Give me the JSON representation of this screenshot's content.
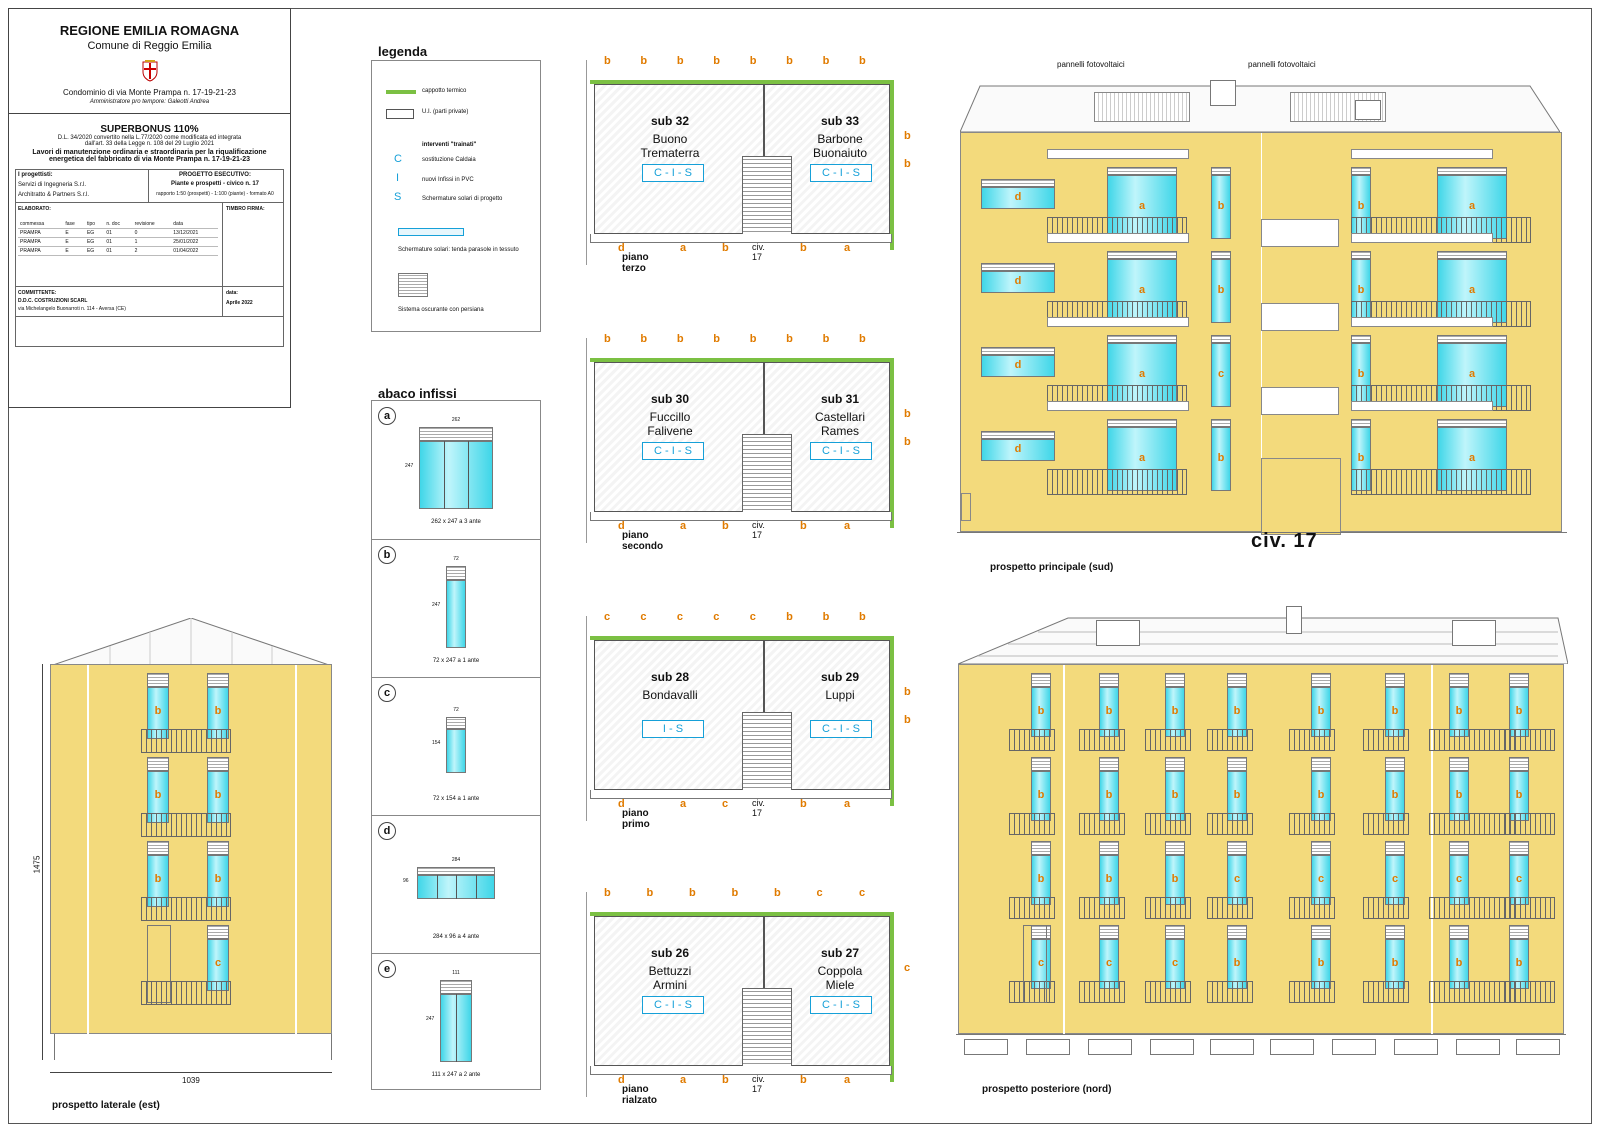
{
  "title_block": {
    "region": "REGIONE  EMILIA ROMAGNA",
    "comune": "Comune di Reggio Emilia",
    "condominio": "Condominio di via Monte Prampa n. 17-19-21-23",
    "amministratore": "Amministratore pro tempore: Galeotti Andrea",
    "superbonus": "SUPERBONUS  110%",
    "law1": "D.L. 34/2020 convertito nella L.77/2020  come modificata ed integrata",
    "law2": "dall'art. 33 della Legge n. 108 del 29 Luglio 2021",
    "works": "Lavori di manutenzione ordinaria e straordinaria per la riqualificazione energetica del fabbricato di via Monte Prampa n. 17-19-21-23",
    "designers_label": "I progettisti:",
    "designer1": "Servizi di Ingegneria S.r.l.",
    "designer2": "Architratto & Partners S.r.l.",
    "project_label": "PROGETTO ESECUTIVO:",
    "project_title": "Piante e prospetti  - civico n. 17",
    "project_scale": "rapporto 1:50 (prospetti) - 1:100  (piante) - formato A0",
    "elaborato_label": "ELABORATO:",
    "timbro_label": "TIMBRO FIRMA:",
    "table_headers": [
      "commessa",
      "fase",
      "tipo",
      "n. doc",
      "revisione",
      "data"
    ],
    "table_rows": [
      [
        "PRAMPA",
        "E",
        "EG",
        "01",
        "0",
        "13/12/2021"
      ],
      [
        "PRAMPA",
        "E",
        "EG",
        "01",
        "1",
        "25/01/2022"
      ],
      [
        "PRAMPA",
        "E",
        "EG",
        "01",
        "2",
        "01/04/2022"
      ]
    ],
    "committente_label": "COMMITTENTE:",
    "committente": "D.D.C. COSTRUZIONI SCARL",
    "committente_addr": "via Michelangelo Buonarroti  n. 114  -  Aversa (CE)",
    "data_label": "data:",
    "data_value": "Aprile 2022"
  },
  "legenda": {
    "title": "legenda",
    "cappotto": "cappotto termico",
    "ui": "U.I.  (parti private)",
    "interventi": "interventi \"trainati\"",
    "c_letter": "C",
    "c_text": "sostituzione Caldaia",
    "i_letter": "I",
    "i_text": "nuovi Infissi in PVC",
    "s_letter": "S",
    "s_text": "Schermature solari di progetto",
    "tenda": "Schermature solari: tenda parasole in tessuto",
    "persiana": "Sistema oscurante con persiana"
  },
  "abaco": {
    "title": "abaco infissi",
    "items": [
      {
        "letter": "a",
        "caption": "262 x 247 a 3 ante",
        "w": "262",
        "h": "247"
      },
      {
        "letter": "b",
        "caption": "72 x 247 a 1 ante",
        "w": "72",
        "h": "247"
      },
      {
        "letter": "c",
        "caption": "72 x 154 a 1 ante",
        "w": "72",
        "h": "154"
      },
      {
        "letter": "d",
        "caption": "284 x 96 a 4 ante",
        "w": "284",
        "h": "96"
      },
      {
        "letter": "e",
        "caption": "111 x 247 a 2 ante",
        "w": "111",
        "h": "247"
      }
    ]
  },
  "plans": [
    {
      "label": "piano  terzo",
      "civ": "civ. 17",
      "left": {
        "sub": "sub 32",
        "n1": "Buono",
        "n2": "Trematerra",
        "tag": "C - I - S"
      },
      "right": {
        "sub": "sub 33",
        "n1": "Barbone",
        "n2": "Buonaiuto",
        "tag": "C - I - S"
      },
      "top": [
        "b",
        "b",
        "b",
        "b",
        "b",
        "b",
        "b",
        "b"
      ],
      "bottom": [
        "d",
        "a",
        "b",
        "b",
        "a"
      ],
      "side": [
        "b",
        "b"
      ]
    },
    {
      "label": "piano  secondo",
      "civ": "civ. 17",
      "left": {
        "sub": "sub 30",
        "n1": "Fuccillo",
        "n2": "Falivene",
        "tag": "C - I - S"
      },
      "right": {
        "sub": "sub 31",
        "n1": "Castellari",
        "n2": "Rames",
        "tag": "C - I - S"
      },
      "top": [
        "b",
        "b",
        "b",
        "b",
        "b",
        "b",
        "b",
        "b"
      ],
      "bottom": [
        "d",
        "a",
        "b",
        "b",
        "a"
      ],
      "side": [
        "b",
        "b"
      ]
    },
    {
      "label": "piano  primo",
      "civ": "civ. 17",
      "left": {
        "sub": "sub 28",
        "n1": "Bondavalli",
        "n2": "",
        "tag": "I - S"
      },
      "right": {
        "sub": "sub 29",
        "n1": "Luppi",
        "n2": "",
        "tag": "C - I - S"
      },
      "top": [
        "c",
        "c",
        "c",
        "c",
        "c",
        "b",
        "b",
        "b"
      ],
      "bottom": [
        "d",
        "a",
        "c",
        "b",
        "a"
      ],
      "side": [
        "b",
        "b"
      ]
    },
    {
      "label": "piano  rialzato",
      "civ": "civ. 17",
      "left": {
        "sub": "sub 26",
        "n1": "Bettuzzi",
        "n2": "Armini",
        "tag": "C - I - S"
      },
      "right": {
        "sub": "sub 27",
        "n1": "Coppola",
        "n2": "Miele",
        "tag": "C - I - S"
      },
      "top": [
        "b",
        "b",
        "b",
        "b",
        "b",
        "c",
        "c"
      ],
      "bottom": [
        "d",
        "a",
        "b",
        "b",
        "a"
      ],
      "side": [
        "c"
      ]
    }
  ],
  "elevations": {
    "principale": "prospetto principale (sud)",
    "civ_big": "civ. 17",
    "posteriore": "prospetto posteriore (nord)",
    "laterale": "prospetto laterale (est)",
    "pv1": "pannelli fotovoltaici",
    "pv2": "pannelli fotovoltaici",
    "dim_h": "1475",
    "dim_w": "1039",
    "sud_floors": [
      [
        "d",
        "a",
        "b",
        "b",
        "a"
      ],
      [
        "d",
        "a",
        "b",
        "b",
        "a"
      ],
      [
        "d",
        "a",
        "c",
        "b",
        "a"
      ],
      [
        "d",
        "a",
        "b",
        "b",
        "a"
      ]
    ],
    "est_floors": [
      [
        "b",
        "b"
      ],
      [
        "b",
        "b"
      ],
      [
        "b",
        "b"
      ],
      [
        "",
        "c"
      ]
    ],
    "nord_floors": [
      [
        "b",
        "b",
        "b",
        "b",
        "b",
        "b",
        "b",
        "b"
      ],
      [
        "b",
        "b",
        "b",
        "b",
        "b",
        "b",
        "b",
        "b"
      ],
      [
        "b",
        "b",
        "b",
        "c",
        "c",
        "c",
        "c",
        "c"
      ],
      [
        "c",
        "c",
        "c",
        "b",
        "b",
        "b",
        "b",
        "b"
      ]
    ]
  }
}
